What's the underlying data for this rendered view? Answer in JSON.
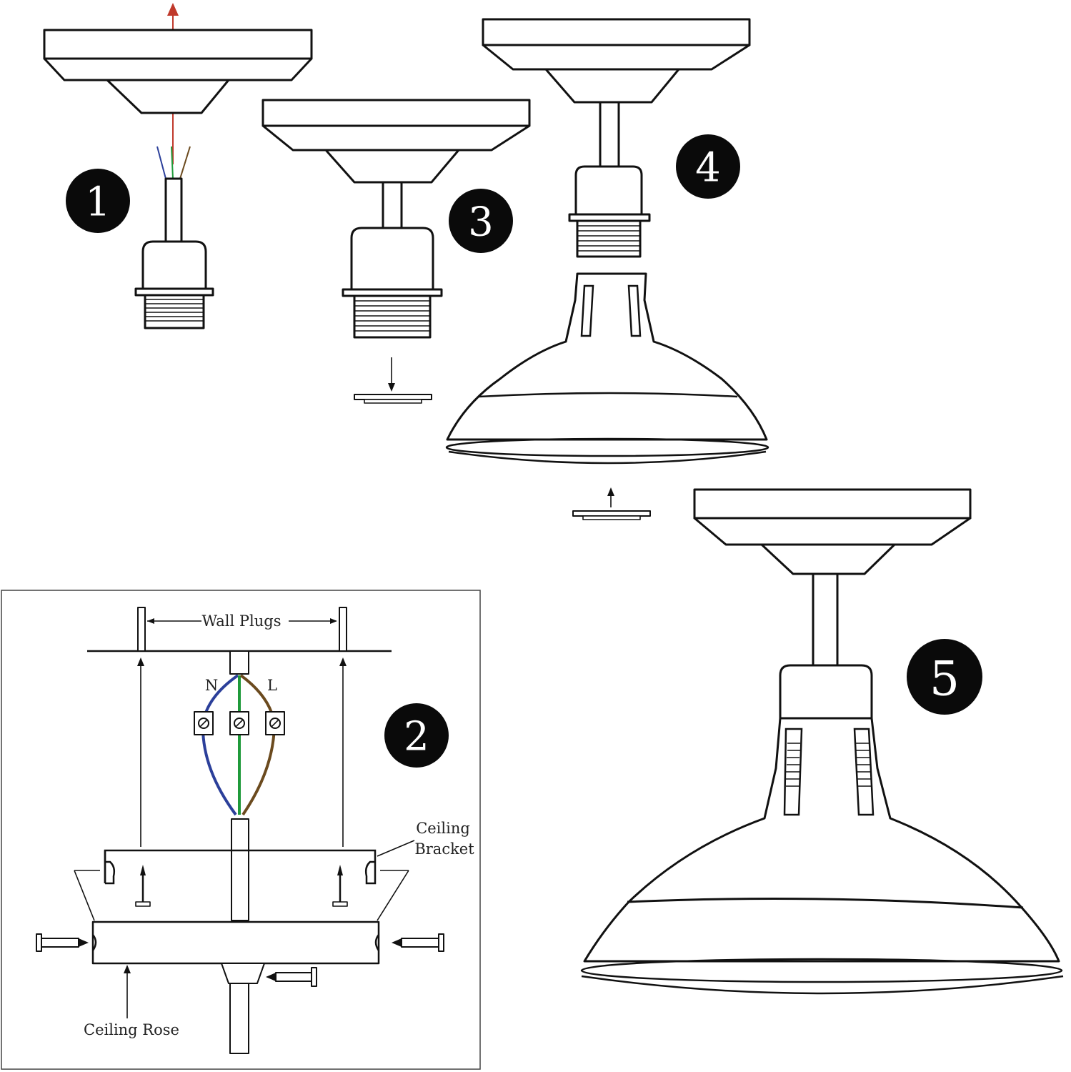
{
  "colors": {
    "badge": "#0a0a0a",
    "neutral_wire": "#2b3f9a",
    "earth_wire": "#1f9a3a",
    "live_wire": "#6b4a1e",
    "pull_arrow": "#c0392b"
  },
  "steps": [
    {
      "number": "1"
    },
    {
      "number": "2"
    },
    {
      "number": "3"
    },
    {
      "number": "4"
    },
    {
      "number": "5"
    }
  ],
  "wiring": {
    "wall_plugs": "Wall Plugs",
    "neutral": "N",
    "live": "L",
    "ceiling_bracket_line1": "Ceiling",
    "ceiling_bracket_line2": "Bracket",
    "ceiling_rose": "Ceiling Rose"
  }
}
